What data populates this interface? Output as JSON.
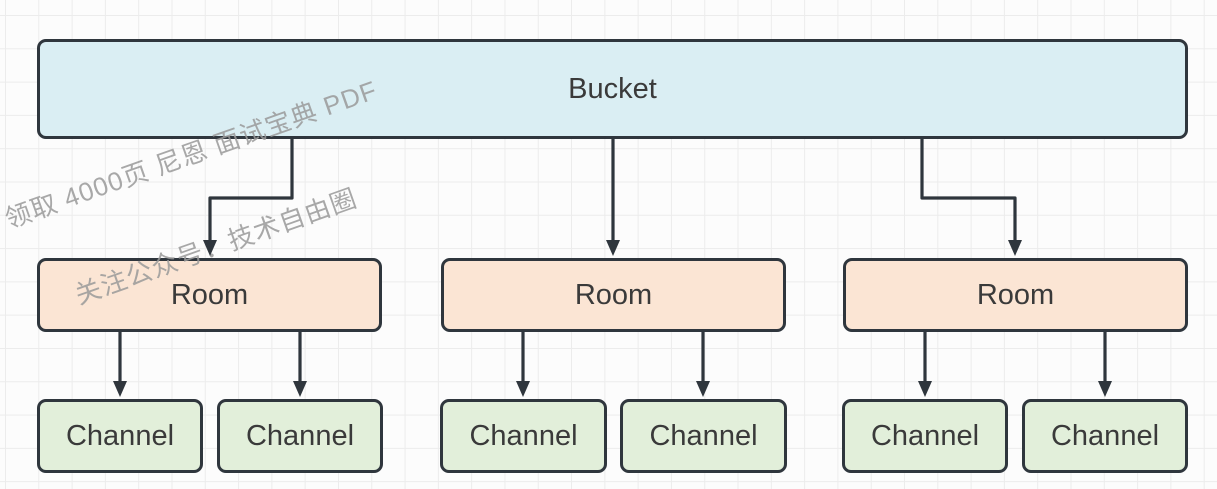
{
  "diagram": {
    "bucket": {
      "label": "Bucket"
    },
    "rooms": [
      {
        "label": "Room"
      },
      {
        "label": "Room"
      },
      {
        "label": "Room"
      }
    ],
    "channels": [
      {
        "label": "Channel"
      },
      {
        "label": "Channel"
      },
      {
        "label": "Channel"
      },
      {
        "label": "Channel"
      },
      {
        "label": "Channel"
      },
      {
        "label": "Channel"
      }
    ]
  },
  "watermark": {
    "line1": "领取 4000页 尼恩 面试宝典 PDF",
    "line2": "关注公众号：技术自由圈"
  },
  "colors": {
    "bucket_fill": "#daeef3",
    "room_fill": "#fbe5d4",
    "channel_fill": "#e2efda",
    "stroke": "#2f363d",
    "node_text": "#3a3a3a",
    "watermark": "#9a9a9a",
    "grid_line": "#ececec",
    "canvas_bg": "#fcfcfc"
  }
}
